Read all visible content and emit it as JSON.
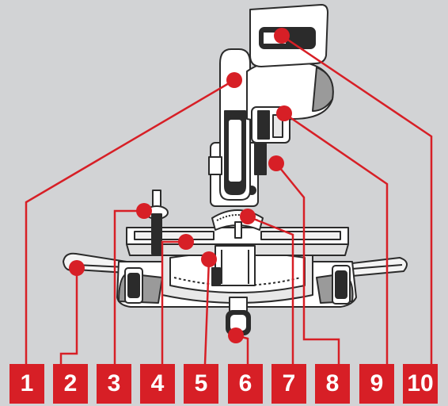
{
  "colors": {
    "background": "#d2d3d5",
    "accent": "#d71f26",
    "outline": "#2b2b2b",
    "body_fill": "#ffffff",
    "shade": "#9a9a9a"
  },
  "subject": "miter-saw",
  "labels": [
    {
      "id": "1",
      "text": "1"
    },
    {
      "id": "2",
      "text": "2"
    },
    {
      "id": "3",
      "text": "3"
    },
    {
      "id": "4",
      "text": "4"
    },
    {
      "id": "5",
      "text": "5"
    },
    {
      "id": "6",
      "text": "6"
    },
    {
      "id": "7",
      "text": "7"
    },
    {
      "id": "8",
      "text": "8"
    },
    {
      "id": "9",
      "text": "9"
    },
    {
      "id": "10",
      "text": "10"
    }
  ]
}
